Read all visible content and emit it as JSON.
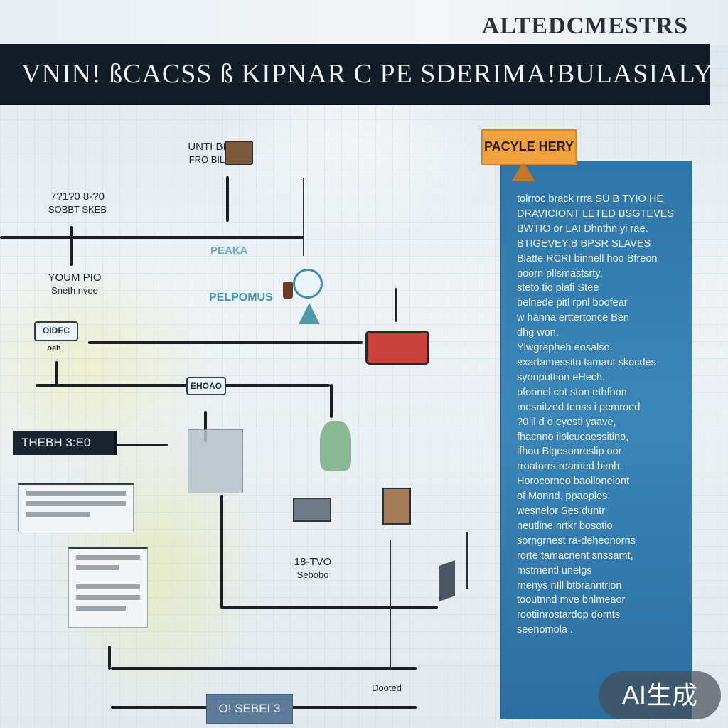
{
  "header": {
    "brand": "ALTEDCMESTRS",
    "title": "VNIN!  ßCACSS ß KIPNAR  C PE SDERIMA!BULASIALY"
  },
  "timeline": {
    "top_label": {
      "line1": "UNTI BI",
      "line2": "FRO  BIL"
    },
    "left_upper": {
      "line1": "7?1?0     8-?0",
      "line2": "SOBBT SKEB"
    },
    "left_mid": {
      "line1": "YOUM PIO",
      "line2": "Sneth nvee"
    },
    "center_a": "PEAKA",
    "center_b": "PELPOMUS",
    "node_1": "OIDEC",
    "node_1_sub": "oeh",
    "node_2": "EHOAO",
    "lower_center": {
      "line1": "18-TVO",
      "line2": "Sebobo"
    },
    "bottom_right_small": "Dooted"
  },
  "tags": {
    "left_dark": "THEBH 3:E0",
    "bottom": "O! SEBEI 3"
  },
  "panel": {
    "header": "PACYLE HERY",
    "lines": [
      "tolrroc brack rrra SU B TYIO HE",
      "DRAVICIONT LETED BSGTEVES",
      "BWTIO or LAI Dhnthn yi rae.",
      "BTIGEVEY:B BPSR SLAVES",
      "Blatte RCRI binnell hoo Bfreon",
      "poorn pllsmastsrty,",
      "steto tio plafi Stee",
      "belnede pitl rpnl boofear",
      "w hanna erttertonce Ben",
      "dhg won.",
      "Ylwgrapheh eosalso.",
      "exartamessitn tamaut skocdes",
      "syonputtion eHech.",
      "pfoonel cot ston ethfhon",
      "mesnitzed tenss i pemroed",
      "?0 il d o eyesti yaave,",
      "fhacnno ilolcucaessitino,",
      "lfhou Blgesonroslip oor",
      "rroatorrs rearned bimh,",
      "Horocorneo baolloneiont",
      "of Monnd. ppaoples",
      "wesnelor Ses duntr",
      "neutline nrtkr bosotio",
      "sorngrnest ra-deheonorns",
      "rorte tamacnent snssamt,",
      "mstmentl unelgs",
      "rnenys nIll btbranntrion",
      "tooutnnd mve bnlmeaor",
      "rootiinrostardop dornts",
      "seenomola ."
    ]
  },
  "notes": {
    "note_1_rows": 3,
    "note_2_rows": 5
  },
  "watermark": "AI生成",
  "colors": {
    "banner": "#121c26",
    "panel": "#3380b4",
    "panel_header": "#f0a23e",
    "accent_teal": "#3f97b2"
  }
}
